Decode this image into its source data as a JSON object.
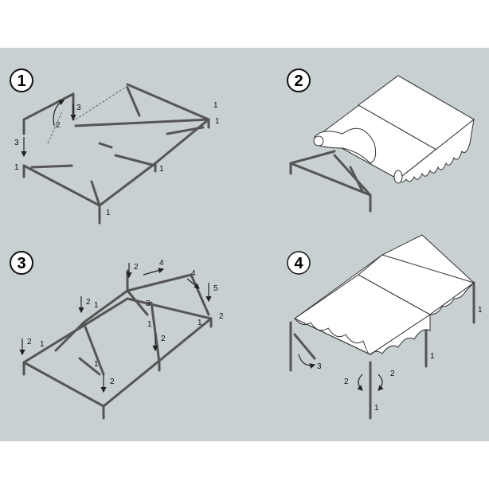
{
  "steps": [
    {
      "number": "1",
      "labels": [
        "3",
        "2",
        "3",
        "1",
        "1",
        "1",
        "1",
        "1"
      ]
    },
    {
      "number": "2",
      "labels": []
    },
    {
      "number": "3",
      "labels": [
        "2",
        "4",
        "2",
        "1",
        "3",
        "4",
        "5",
        "2",
        "1",
        "1",
        "1",
        "2",
        "2",
        "1",
        "2"
      ]
    },
    {
      "number": "4",
      "labels": [
        "3",
        "2",
        "2",
        "1",
        "1",
        "1"
      ]
    }
  ]
}
